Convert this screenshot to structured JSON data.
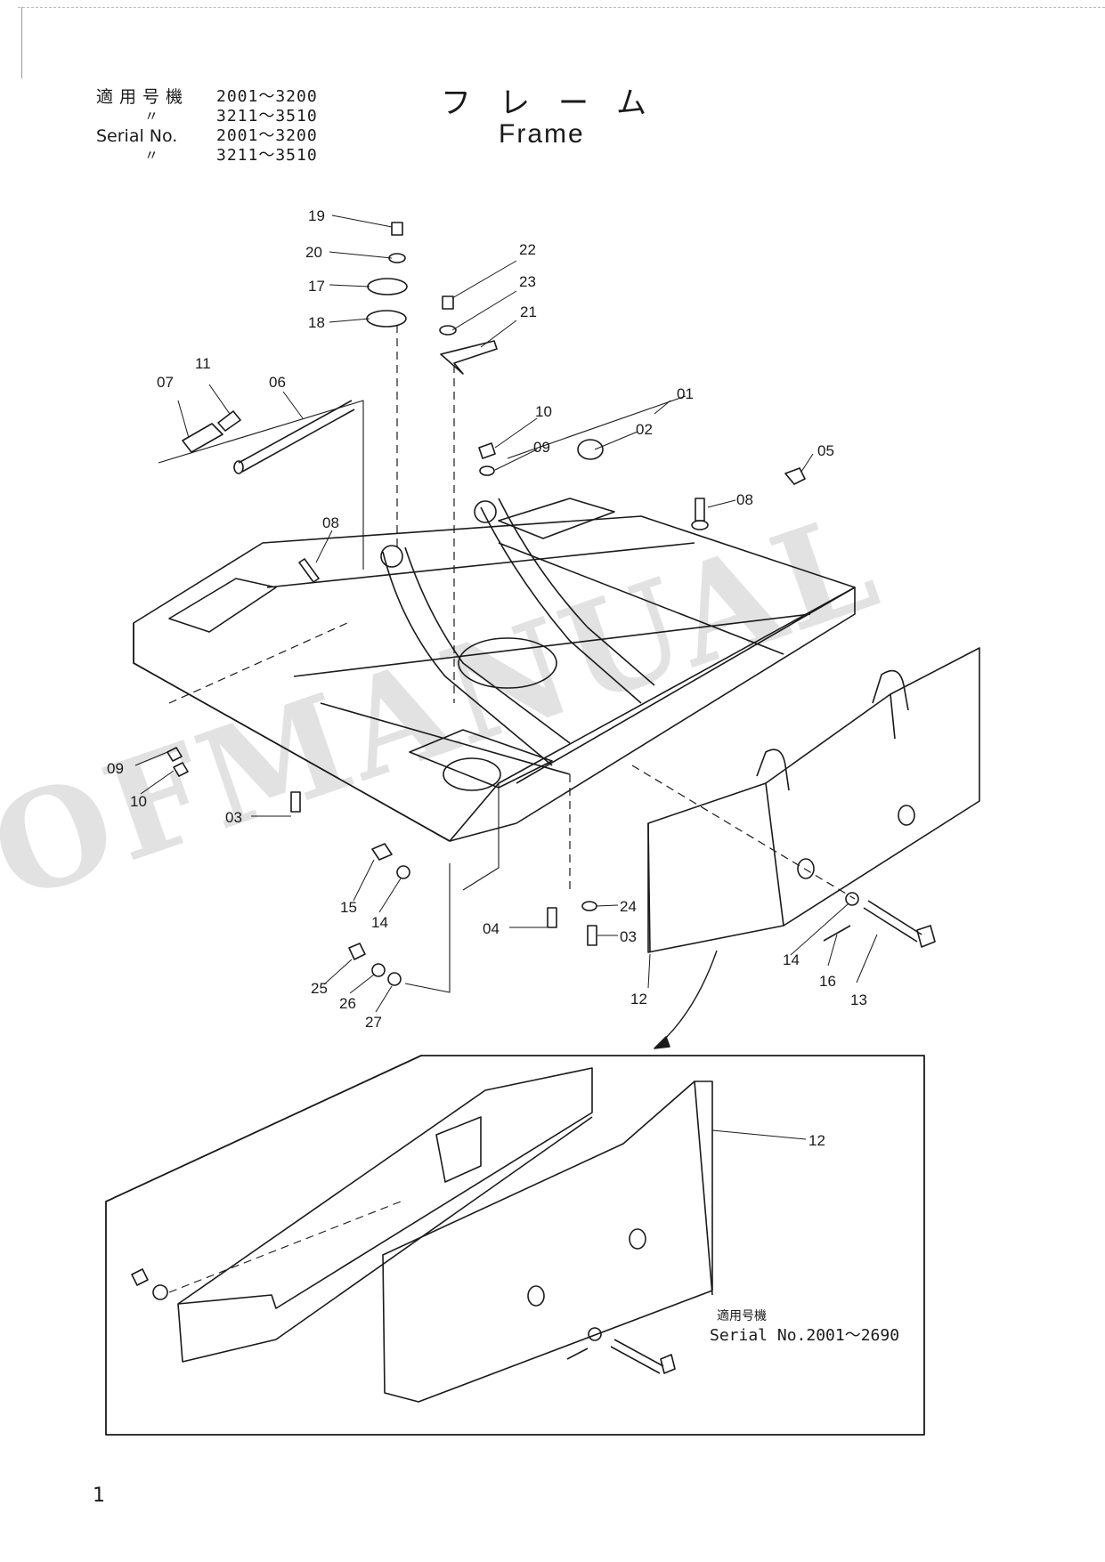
{
  "header": {
    "applicable_label_jp": "適用号機",
    "range_1": "2001～3200",
    "ditto_1": "〃",
    "range_2": "3211～3510",
    "serial_label": "Serial No.",
    "range_3": "2001～3200",
    "ditto_2": "〃",
    "range_4": "3211～3510"
  },
  "title": {
    "jp": "フレーム",
    "en": "Frame"
  },
  "callouts": {
    "c19": "19",
    "c20": "20",
    "c17": "17",
    "c18": "18",
    "c22": "22",
    "c23": "23",
    "c21": "21",
    "c11": "11",
    "c07": "07",
    "c06": "06",
    "c01": "01",
    "c02": "02",
    "c10a": "10",
    "c09a": "09",
    "c05": "05",
    "c08a": "08",
    "c08b": "08",
    "c09b": "09",
    "c10b": "10",
    "c03a": "03",
    "c15": "15",
    "c14a": "14",
    "c04": "04",
    "c24": "24",
    "c03b": "03",
    "c25": "25",
    "c26": "26",
    "c27": "27",
    "c12a": "12",
    "c14b": "14",
    "c16": "16",
    "c13": "13",
    "c12b": "12"
  },
  "inset_note": {
    "applicable_jp": "適用号機",
    "serial": "Serial No.2001～2690"
  },
  "page_number": "1",
  "watermark": "OFMANUAL"
}
